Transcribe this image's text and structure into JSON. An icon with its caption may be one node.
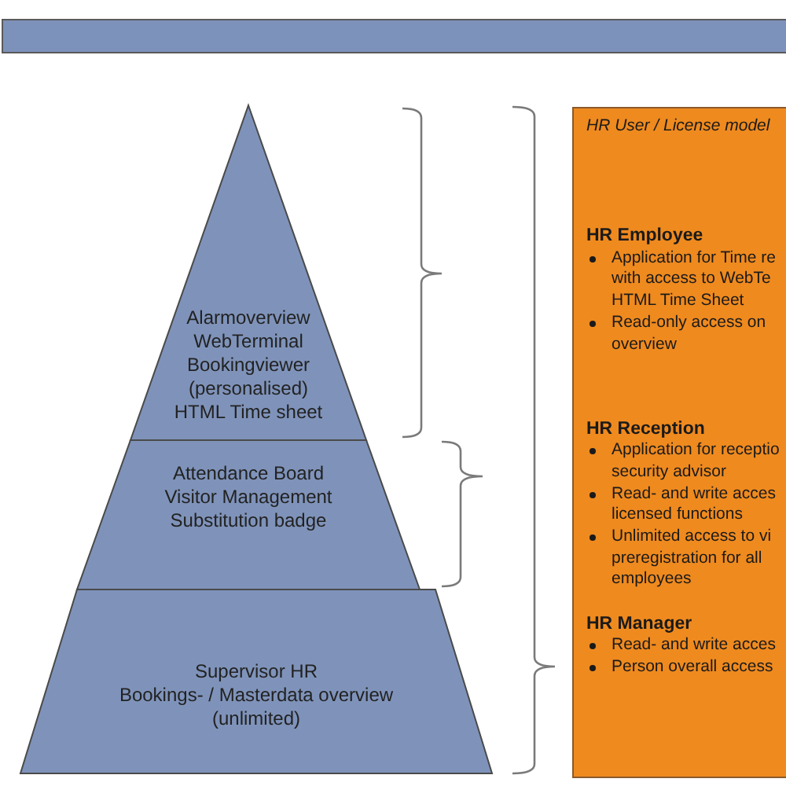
{
  "diagram": {
    "nodes": [
      {
        "text": [
          "Alarmoverview",
          "WebTerminal",
          "Bookingviewer (personalised)",
          "HTML Time sheet"
        ]
      },
      {
        "text": [
          "Attendance Board",
          "Visitor Management",
          "Substitution badge"
        ]
      },
      {
        "text": [
          "Supervisor HR",
          "Bookings- / Masterdata overview (unlimited)"
        ]
      },
      {
        "text": [
          "HR User / License model",
          "HR Employee",
          "Application for Time re with access to WebTe HTML Time Sheet",
          "Read-only access on overview",
          "HR Reception",
          "Application for receptio security advisor",
          "Read- and write acces licensed functions",
          "Unlimited access to vi preregistration for all employees",
          "HR Manager",
          "Read- and write acces",
          "Person overall access"
        ]
      }
    ]
  }
}
